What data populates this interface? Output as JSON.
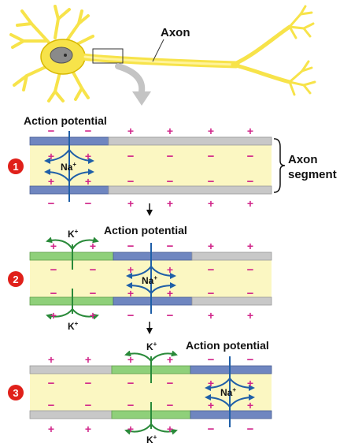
{
  "labels": {
    "axon": "Axon",
    "action_potential": "Action potential",
    "axon_segment_line1": "Axon",
    "axon_segment_line2": "segment",
    "na_ion": "Na",
    "k_ion": "K",
    "ion_charge": "+"
  },
  "signs": {
    "plus": "+",
    "minus": "−"
  },
  "steps": [
    {
      "number": "1"
    },
    {
      "number": "2"
    },
    {
      "number": "3"
    }
  ],
  "colors": {
    "neuron": "#f7e34a",
    "neuron_outline": "#c9a800",
    "axoplasm": "#fbf7c2",
    "membrane_resting": "#c8c8c8",
    "membrane_na": "#6f86c0",
    "membrane_k": "#8fd07a",
    "na_arrow": "#1f5fa8",
    "k_arrow": "#2a8a3a",
    "plus": "#d1258a",
    "minus": "#d1258a",
    "badge": "#e0201a",
    "gray_arrow": "#c4c4c4"
  }
}
